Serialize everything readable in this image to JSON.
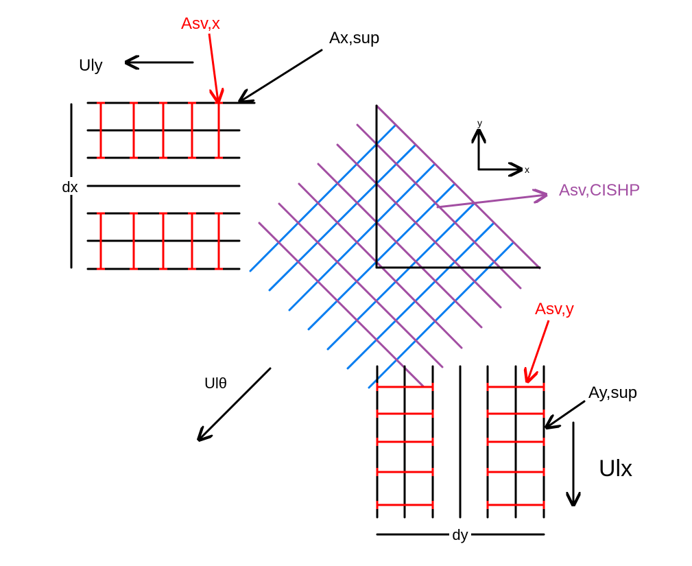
{
  "labels": {
    "asv_x": "Asv,x",
    "ax_sup": "Ax,sup",
    "uly": "Uly",
    "dx": "dx",
    "axis_y": "y",
    "axis_x": "x",
    "asv_cishp": "Asv,CISHP",
    "asv_y": "Asv,y",
    "ay_sup": "Ay,sup",
    "ul_theta": "Ulθ",
    "ulx": "Ulx",
    "dy": "dy"
  },
  "colors": {
    "stirrup": "#ff0000",
    "cishp_bars": "#a24ea2",
    "cross_bars": "#0a7ef0",
    "main": "#000000"
  }
}
